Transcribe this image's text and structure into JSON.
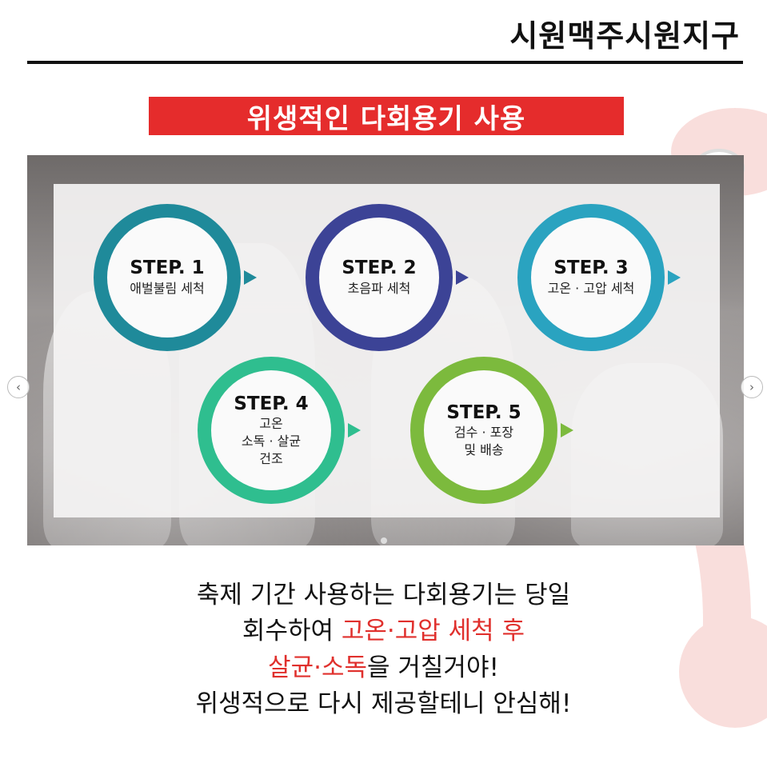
{
  "header": {
    "title": "시원맥주시원지구"
  },
  "banner": {
    "text": "위생적인 다회용기 사용"
  },
  "steps": [
    {
      "title": "STEP. 1",
      "desc": "애벌불림 세척",
      "color": "#1f8a9a"
    },
    {
      "title": "STEP. 2",
      "desc": "초음파 세척",
      "color": "#3c4396"
    },
    {
      "title": "STEP. 3",
      "desc": "고온 · 고압 세척",
      "color": "#2aa3c0"
    },
    {
      "title": "STEP. 4",
      "desc": "고온\n소독 · 살균\n건조",
      "color": "#2fbe8f"
    },
    {
      "title": "STEP. 5",
      "desc": "검수 · 포장\n및 배송",
      "color": "#7cba3d"
    }
  ],
  "carousel": {
    "prev_icon": "chevron-left-icon",
    "next_icon": "chevron-right-icon"
  },
  "caption": {
    "line1": "축제 기간 사용하는 다회용기는 당일",
    "line2_plain": "회수하여 ",
    "line2_red": "고온·고압 세척 후",
    "line3_red": "살균·소독",
    "line3_plain": "을 거칠거야!",
    "line4": "위생적으로 다시 제공할테니 안심해!",
    "accent_color": "#e0302d"
  }
}
